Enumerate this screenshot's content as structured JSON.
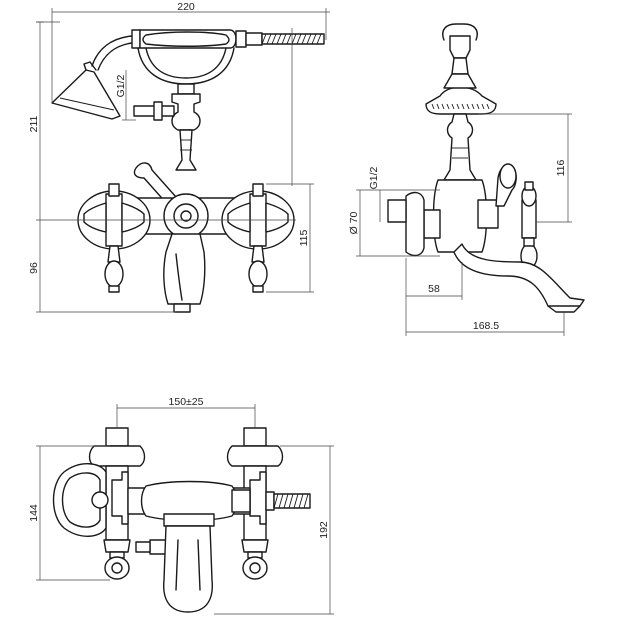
{
  "dimensions": {
    "front_width": "220",
    "front_height_upper": "211",
    "front_height_lower": "96",
    "front_spout_height": "115",
    "front_thread": "G1/2",
    "side_shower_height": "116",
    "side_thread": "G1/2",
    "side_flange_diameter": "Ø 70",
    "side_depth_inner": "58",
    "side_depth_total": "168.5",
    "top_center_distance": "150±25",
    "top_depth_small": "144",
    "top_depth_total": "192"
  }
}
